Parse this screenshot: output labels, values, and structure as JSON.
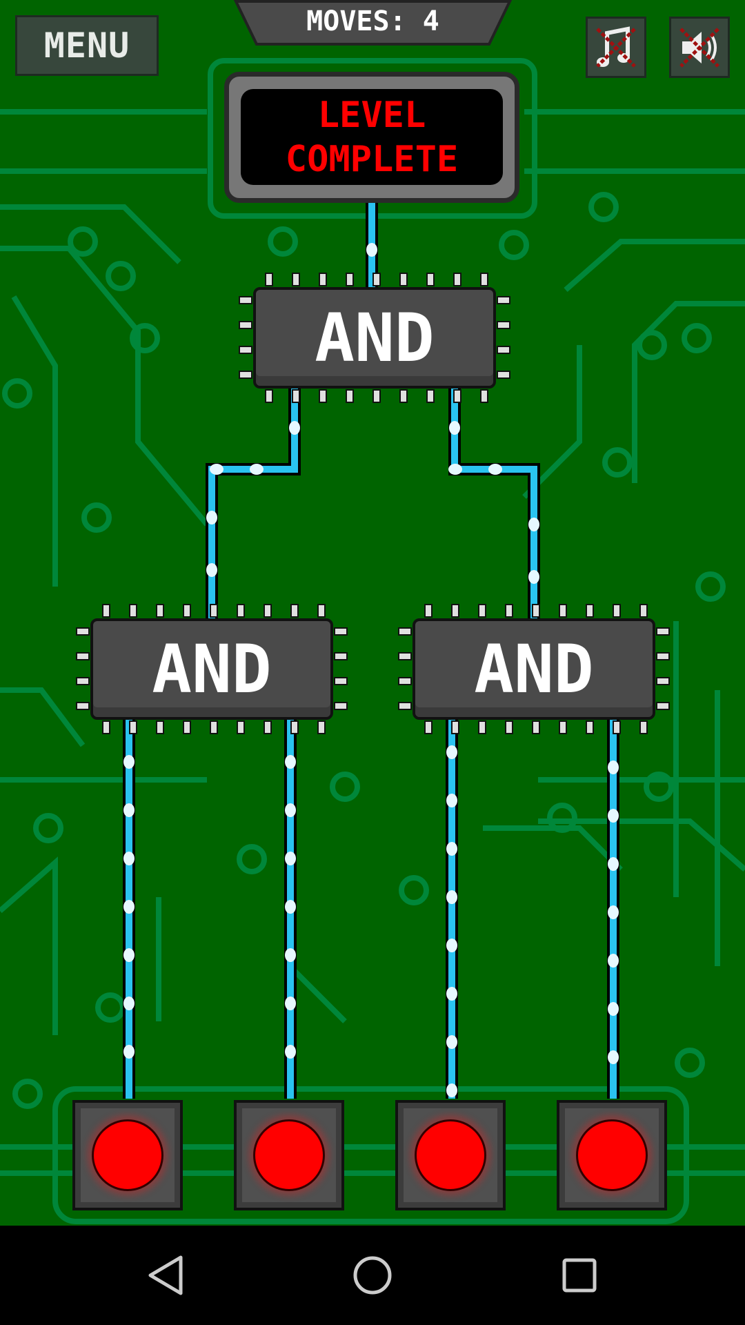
{
  "header": {
    "menu_label": "MENU",
    "moves_label": "MOVES: 4"
  },
  "toggles": {
    "music": "music-muted",
    "sound": "sound-muted"
  },
  "display": {
    "line1": "LEVEL",
    "line2": "COMPLETE"
  },
  "gates": [
    {
      "label": "AND"
    },
    {
      "label": "AND"
    },
    {
      "label": "AND"
    }
  ],
  "inputs": [
    {
      "state": "off"
    },
    {
      "state": "off"
    },
    {
      "state": "off"
    },
    {
      "state": "off"
    }
  ],
  "colors": {
    "board": "#006400",
    "trace": "#00873a",
    "wire": "#2ac3f0",
    "lamp_off": "#ff0000",
    "display_text": "#ff0000"
  },
  "navbar": {
    "back": "back-icon",
    "home": "home-icon",
    "recents": "recents-icon"
  }
}
